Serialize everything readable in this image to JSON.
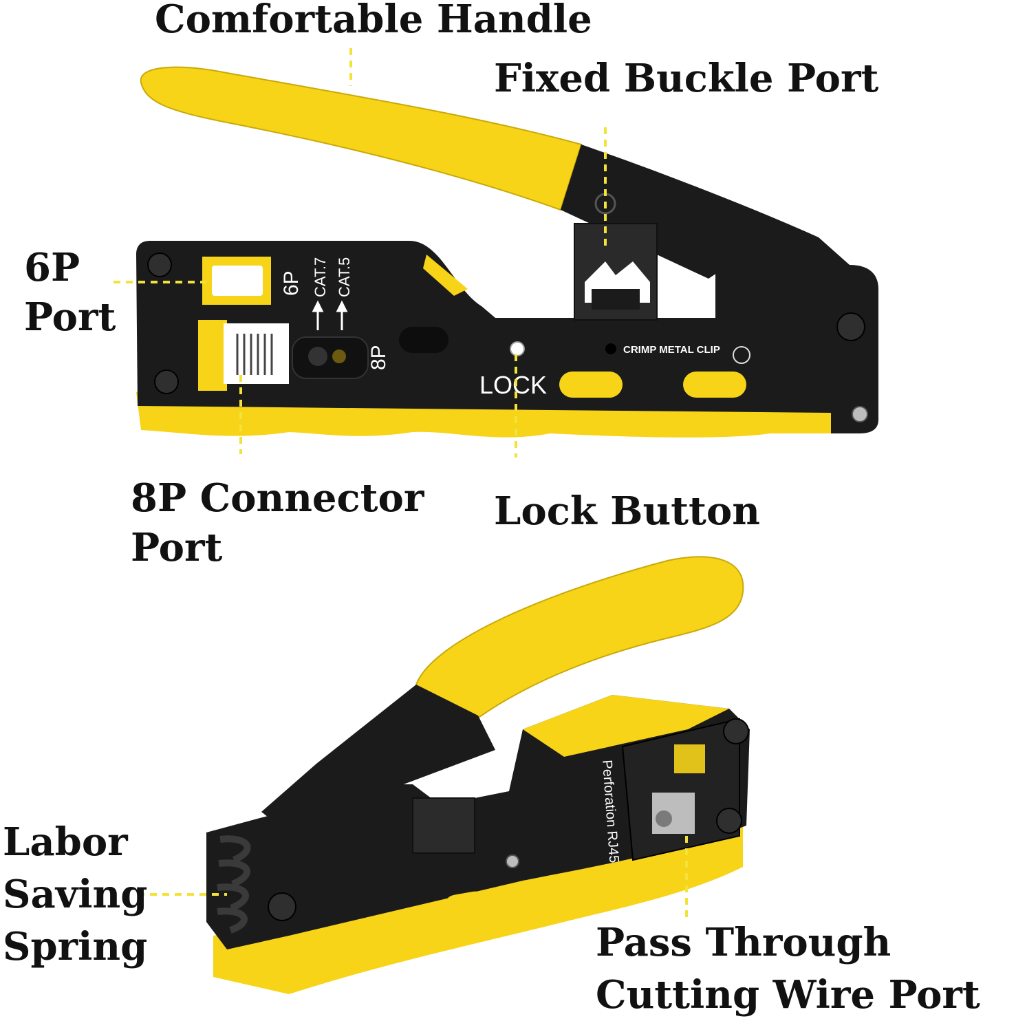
{
  "labels": {
    "comfortable_handle": "Comfortable Handle",
    "fixed_buckle_port": "Fixed Buckle Port",
    "port_6p": [
      "6P",
      "Port"
    ],
    "connector_8p": [
      "8P Connector",
      "Port"
    ],
    "lock_button": "Lock Button",
    "labor_saving_spring": [
      "Labor",
      "Saving",
      "Spring"
    ],
    "pass_through": [
      "Pass Through",
      "Cutting Wire Port"
    ]
  },
  "tool_markings": {
    "port_6p": "6P",
    "cat7": "CAT.7",
    "cat5": "CAT.5",
    "port_8p": "8P",
    "lock": "LOCK",
    "crimp_metal_clip": "CRIMP METAL CLIP",
    "perforation": "Perforation RJ45"
  },
  "colors": {
    "handle_yellow": "#f7d417",
    "body_black": "#1b1b1b",
    "leader_line": "#f2e23a",
    "label_text": "#111111"
  }
}
